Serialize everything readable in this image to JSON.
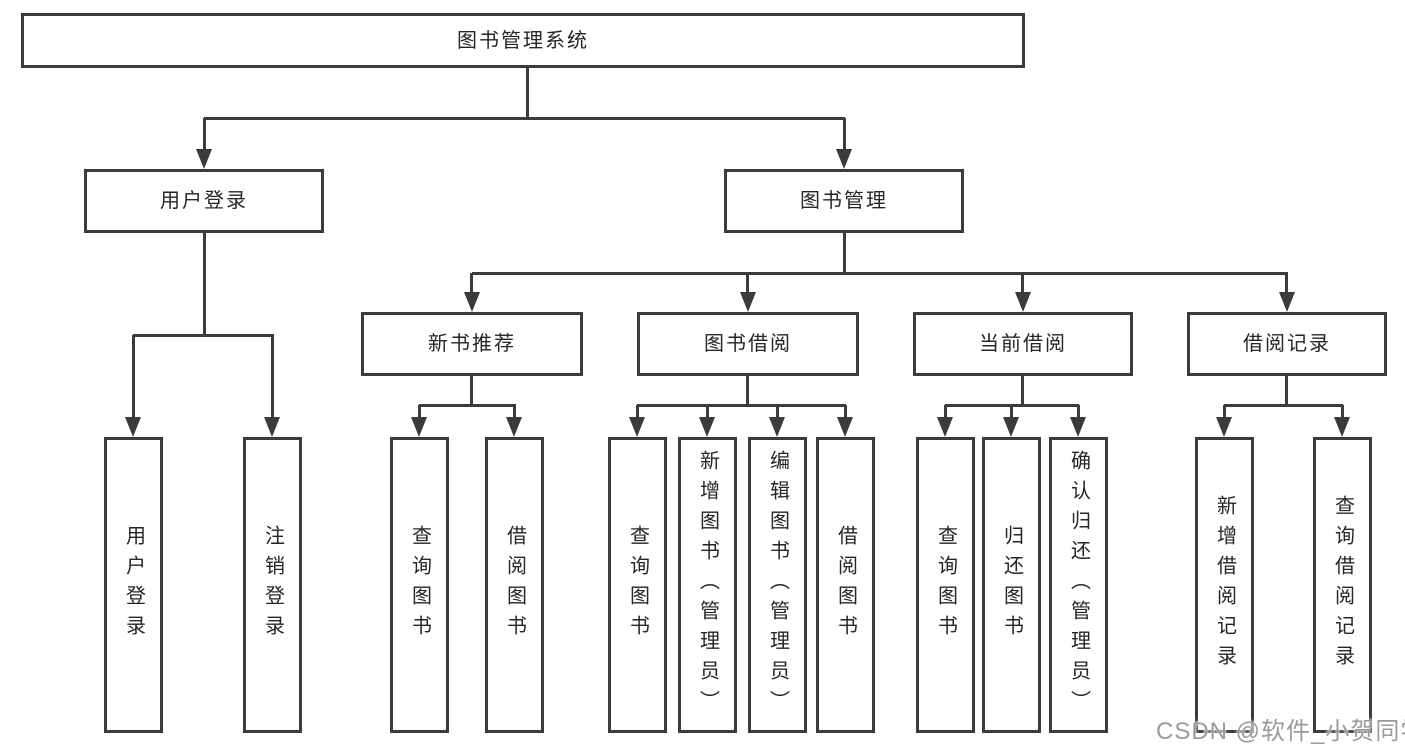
{
  "watermark": {
    "text": "CSDN @软件_小贺同学"
  },
  "colors": {
    "line": "#3b3b3d",
    "box_border": "#3b3b3d",
    "text": "#262626",
    "watermark": "#9b9b9b",
    "background": "#ffffff"
  },
  "tree": {
    "label": "图书管理系统",
    "children": [
      {
        "label": "用户登录",
        "children": [
          {
            "label": "用户登录"
          },
          {
            "label": "注销登录"
          }
        ]
      },
      {
        "label": "图书管理",
        "children": [
          {
            "label": "新书推荐",
            "children": [
              {
                "label": "查询图书"
              },
              {
                "label": "借阅图书"
              }
            ]
          },
          {
            "label": "图书借阅",
            "children": [
              {
                "label": "查询图书"
              },
              {
                "label": "新增图书（管理员）"
              },
              {
                "label": "编辑图书（管理员）"
              },
              {
                "label": "借阅图书"
              }
            ]
          },
          {
            "label": "当前借阅",
            "children": [
              {
                "label": "查询图书"
              },
              {
                "label": "归还图书"
              },
              {
                "label": "确认归还（管理员）"
              }
            ]
          },
          {
            "label": "借阅记录",
            "children": [
              {
                "label": "新增借阅记录"
              },
              {
                "label": "查询借阅记录"
              }
            ]
          }
        ]
      }
    ]
  }
}
